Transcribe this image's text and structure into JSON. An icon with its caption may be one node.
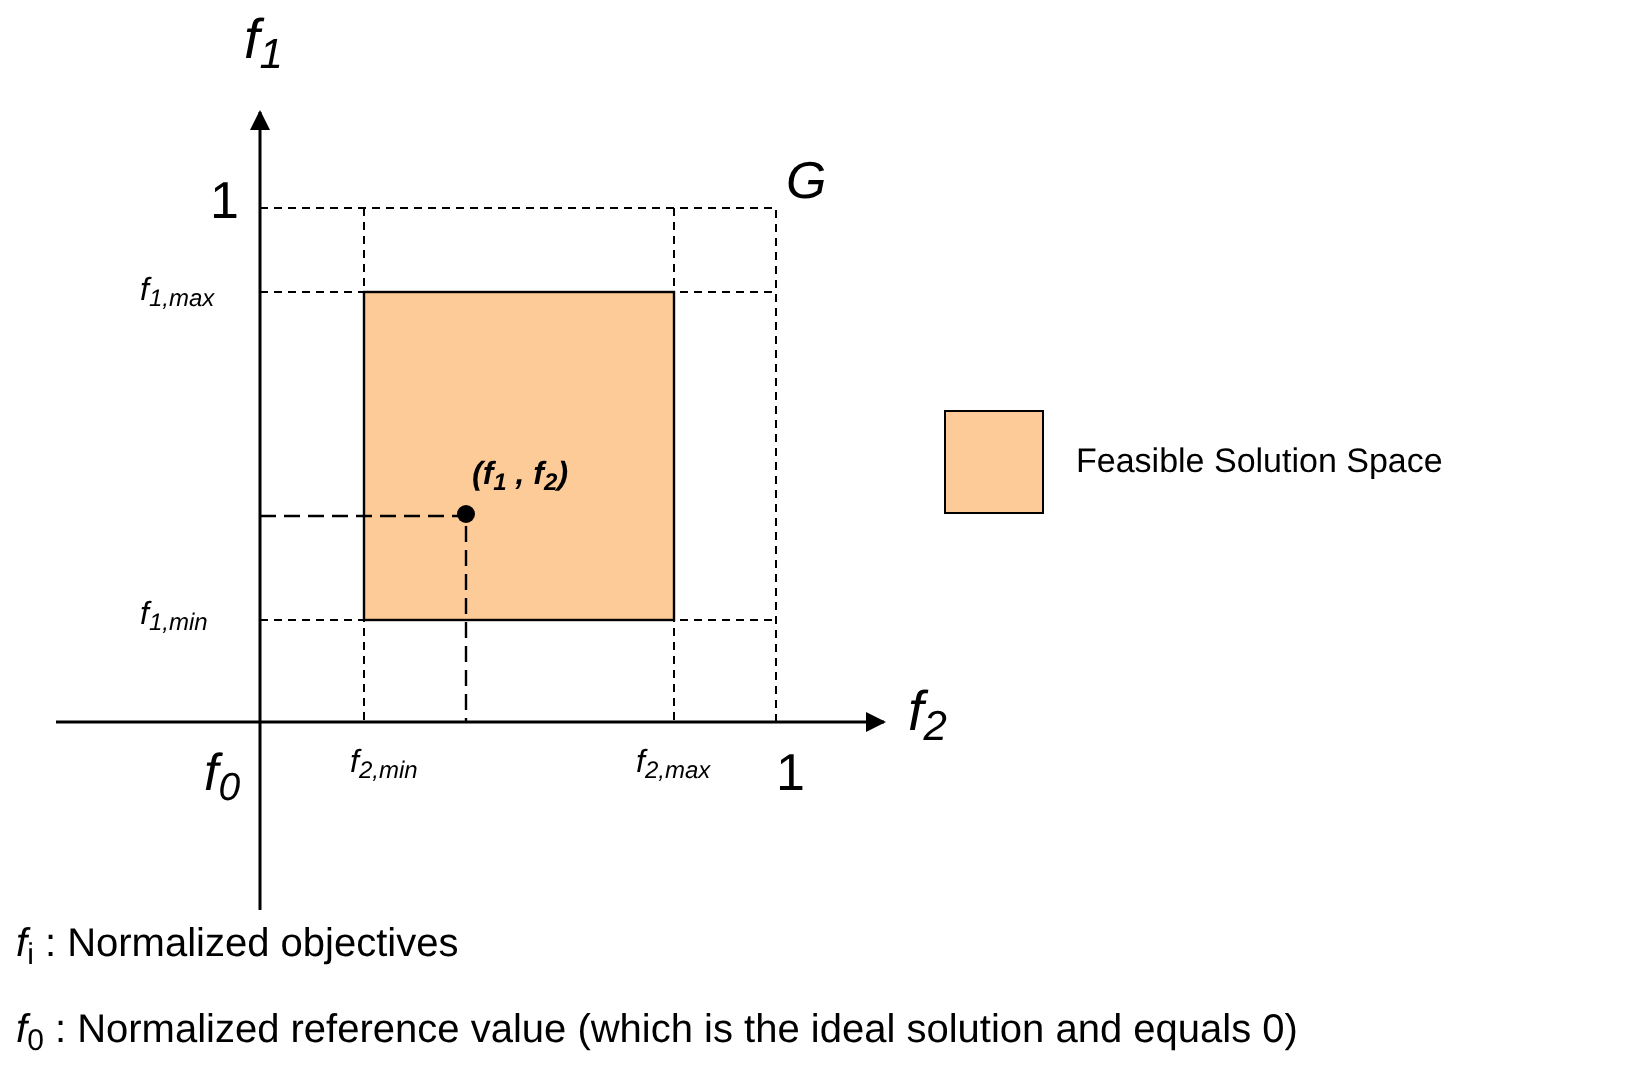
{
  "diagram": {
    "labels": [
      "f$_{1}$",
      "1",
      "G",
      "f$_{1,max}$",
      "(f$_{1}$ , f$_{2}$)",
      "f$_{1,min}$",
      "f$_{2}$",
      "f$_{0}$",
      "f$_{2,min}$",
      "f$_{2,max}$",
      "1",
      "*f*$_{i}$ : Normalized objectives",
      "*f*$_{0}$ : Normalized reference value (which is the ideal solution and equals 0)"
    ],
    "legend": [
      {
        "text": "Feasible Solution Space",
        "color": "#fdcb98"
      }
    ]
  }
}
